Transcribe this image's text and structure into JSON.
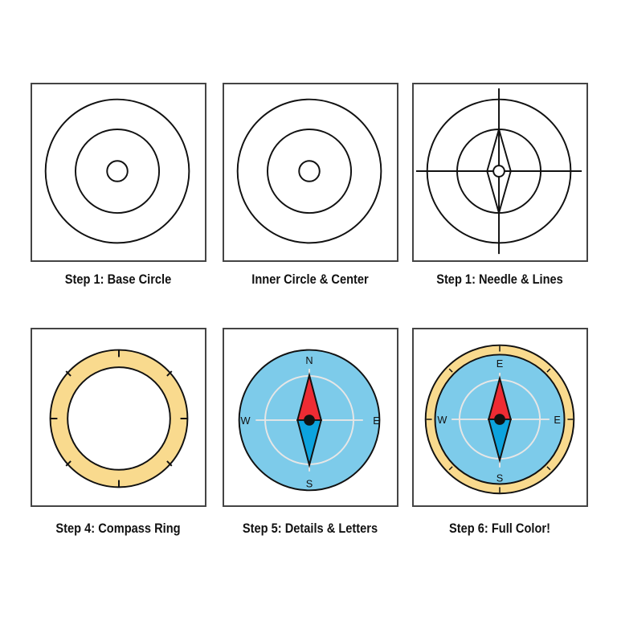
{
  "steps": [
    {
      "caption": "Step 1: Base Circle"
    },
    {
      "caption": "Inner Circle & Center"
    },
    {
      "caption": "Step 1: Needle & Lines"
    },
    {
      "caption": "Step 4: Compass Ring"
    },
    {
      "caption": "Step 5: Details & Letters"
    },
    {
      "caption": "Step 6: Full Color!"
    }
  ],
  "compass_letters": {
    "step5": {
      "north": "N",
      "south": "S",
      "east": "E",
      "west": "W"
    },
    "step6": {
      "north": "E",
      "south": "S",
      "east": "E",
      "west": "W"
    }
  },
  "colors": {
    "outline": "#111111",
    "ring": "#F9DA8E",
    "face": "#7DCBEA",
    "needle_north": "#EE2B33",
    "needle_south": "#0CA3DE",
    "guide": "#E6E6E6"
  }
}
